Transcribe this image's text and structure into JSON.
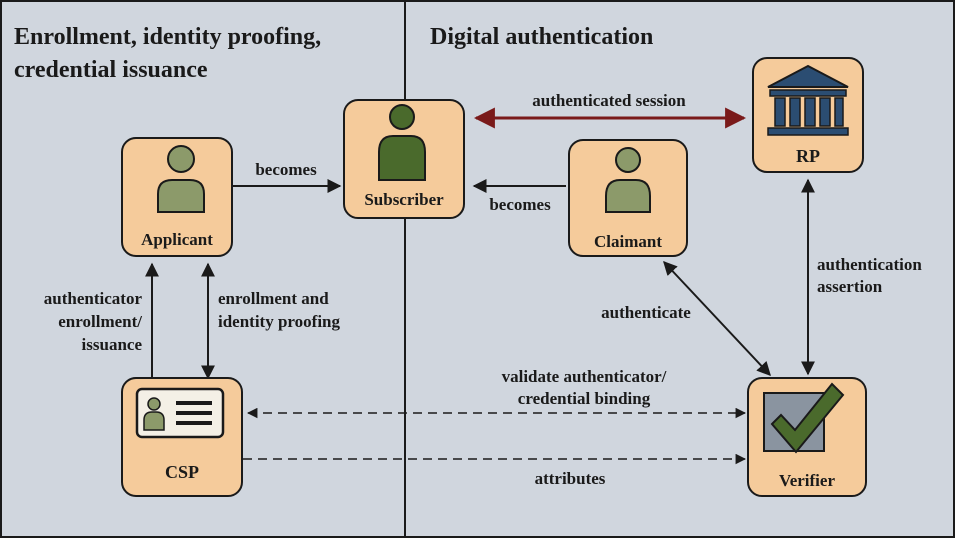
{
  "sections": {
    "left_title_line1": "Enrollment, identity proofing,",
    "left_title_line2": "credential issuance",
    "right_title": "Digital authentication"
  },
  "nodes": {
    "applicant": "Applicant",
    "subscriber": "Subscriber",
    "claimant": "Claimant",
    "rp": "RP",
    "csp": "CSP",
    "verifier": "Verifier"
  },
  "edges": {
    "authenticated_session": "authenticated session",
    "becomes_left": "becomes",
    "becomes_right": "becomes",
    "authenticator_enrollment_1": "authenticator",
    "authenticator_enrollment_2": "enrollment/",
    "authenticator_enrollment_3": "issuance",
    "enrollment_proofing_1": "enrollment and",
    "enrollment_proofing_2": "identity proofing",
    "authenticate": "authenticate",
    "authentication_assertion_1": "authentication",
    "authentication_assertion_2": "assertion",
    "validate_1": "validate authenticator/",
    "validate_2": "credential binding",
    "attributes": "attributes"
  },
  "colors": {
    "background": "#d0d6de",
    "node_fill": "#f5cb9b",
    "person_light": "#8c9a6a",
    "person_dark": "#4a6a2c",
    "bank": "#2b4d72",
    "session_arrow": "#7a1a1a",
    "check": "#4a6a2c"
  }
}
